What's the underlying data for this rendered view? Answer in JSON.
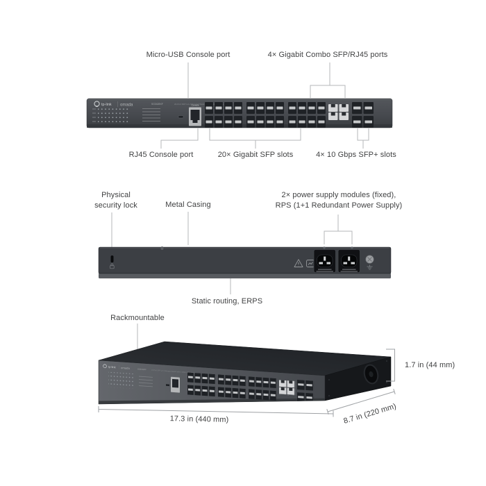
{
  "style": {
    "background": "#ffffff",
    "label_color": "#404142",
    "callout_line_color": "#b4b7ba",
    "dimension_line_color": "#9ea1a4",
    "chassis_front_color": "#4b4e53",
    "chassis_rear_color": "#3c3f44",
    "chassis_top_color": "#26292d",
    "chassis_side_color": "#17191c",
    "sfp_bar_color": "#c6c8ca",
    "rj45_port_color": "#d6d7d9"
  },
  "front_view": {
    "callouts": {
      "micro_usb": "Micro-USB Console port",
      "combo_ports": "4× Gigabit Combo SFP/RJ45 ports",
      "rj45_console": "RJ45 Console port",
      "sfp_slots": "20× Gigabit SFP slots",
      "sfp_plus_slots": "4× 10 Gbps SFP+ slots"
    },
    "panel": {
      "brand": "tp-link",
      "series": "omada",
      "model": "SG3428XF",
      "description": "24-Port SFP L2+ Managed Switch with 4 10GE SFP+ Slots",
      "console_label": "Console"
    }
  },
  "rear_view": {
    "callouts": {
      "security_lock": "Physical\nsecurity lock",
      "metal_casing": "Metal Casing",
      "power_supply": "2× power supply modules (fixed),\nRPS (1+1 Redundant Power Supply)",
      "features": "Static routing, ERPS"
    }
  },
  "perspective_view": {
    "callouts": {
      "rackmountable": "Rackmountable"
    },
    "dimensions": {
      "height": "1.7 in (44 mm)",
      "width": "17.3 in (440 mm)",
      "depth": "8.7 in (220 mm)"
    },
    "top_logo": "tp-link | omada"
  }
}
